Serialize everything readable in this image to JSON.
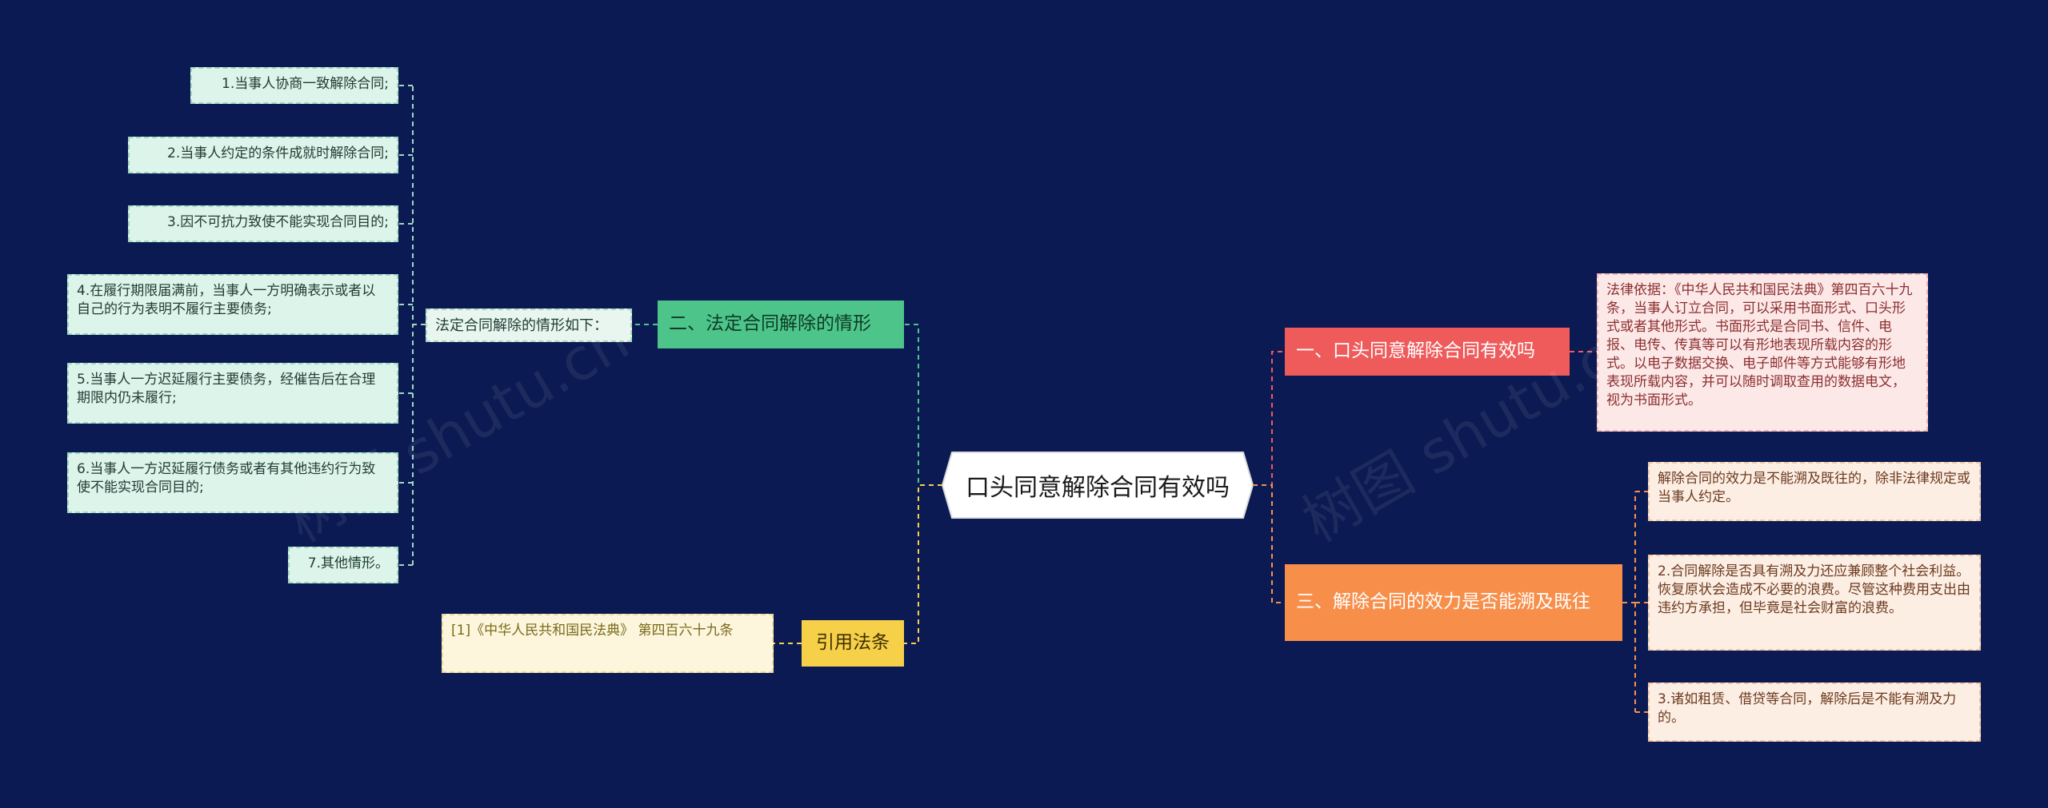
{
  "root": {
    "label": "口头同意解除合同有效吗"
  },
  "branches": {
    "b2": {
      "label": "二、法定合同解除的情形",
      "sub": "法定合同解除的情形如下：",
      "items": [
        "1.当事人协商一致解除合同;",
        "2.当事人约定的条件成就时解除合同;",
        "3.因不可抗力致使不能实现合同目的;",
        "4.在履行期限届满前，当事人一方明确表示或者以自己的行为表明不履行主要债务;",
        "5.当事人一方迟延履行主要债务，经催告后在合理期限内仍未履行;",
        "6.当事人一方迟延履行债务或者有其他违约行为致使不能实现合同目的;",
        "7.其他情形。"
      ]
    },
    "b_ref": {
      "label": "引用法条",
      "items": [
        "[1]《中华人民共和国民法典》 第四百六十九条"
      ]
    },
    "b1": {
      "label": "一、口头同意解除合同有效吗",
      "items": [
        "法律依据：《中华人民共和国民法典》第四百六十九条，当事人订立合同，可以采用书面形式、口头形式或者其他形式。书面形式是合同书、信件、电报、电传、传真等可以有形地表现所载内容的形式。以电子数据交换、电子邮件等方式能够有形地表现所载内容，并可以随时调取查用的数据电文，视为书面形式。"
      ]
    },
    "b3": {
      "label": "三、解除合同的效力是否能溯及既往",
      "items": [
        "解除合同的效力是不能溯及既往的，除非法律规定或当事人约定。",
        "2.合同解除是否具有溯及力还应兼顾整个社会利益。恢复原状会造成不必要的浪费。尽管这种费用支出由违约方承担，但毕竟是社会财富的浪费。",
        "3.诸如租赁、借贷等合同，解除后是不能有溯及力的。"
      ]
    }
  },
  "watermark": "树图 shutu.cn",
  "colors": {
    "background": "#0b1a52",
    "green": "#4dc58a",
    "red": "#ef5b5b",
    "orange": "#f78f4b",
    "yellow": "#f7d04a"
  }
}
